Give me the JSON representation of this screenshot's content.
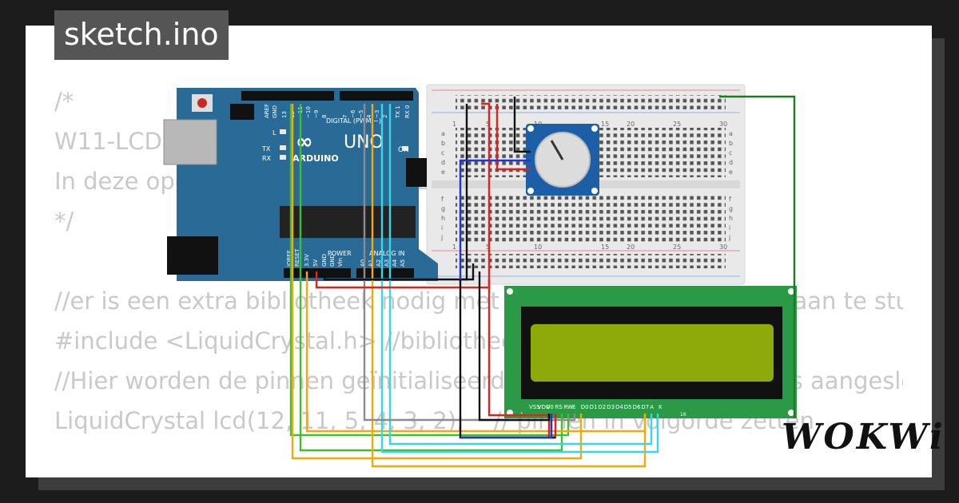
{
  "tab": {
    "label": "sketch.ino"
  },
  "code_lines": [
    "/*",
    "W11-LCD",
    "In deze opdracht leer je een LCD scherm aan te sturen",
    "*/",
    "",
    "//er is een extra bibliotheek nodig met commando's om het lcd aan te sturen",
    "#include <LiquidCrystal.h> //bibliotheek",
    "//Hier worden de pinnen geïnitialiseerd waarop het lcd scherm is aangesloten",
    "LiquidCrystal lcd(12, 11, 5, 4, 3, 2);    // pinnen in volgorde zetten"
  ],
  "arduino": {
    "logo": "ARDUINO",
    "model": "UNO",
    "digital_label": "DIGITAL (PWM ~)",
    "power_label": "POWER",
    "analog_label": "ANALOG IN",
    "on_label": "ON",
    "led_labels": [
      "L",
      "TX",
      "RX"
    ],
    "top_pins": [
      "AREF",
      "GND",
      "13",
      "12",
      "~11",
      "~10",
      "~9",
      "8",
      "7",
      "~6",
      "~5",
      "4",
      "~3",
      "2",
      "TX 1",
      "RX 0"
    ],
    "bottom_pins": [
      "IOREF",
      "RESET",
      "3.3V",
      "5V",
      "GND",
      "GND",
      "Vin",
      "A0",
      "A1",
      "A2",
      "A3",
      "A4",
      "A5"
    ]
  },
  "breadboard": {
    "col_numbers": [
      "1",
      "5",
      "10",
      "15",
      "20",
      "25",
      "30"
    ],
    "row_letters_top": [
      "a",
      "b",
      "c",
      "d",
      "e"
    ],
    "row_letters_bottom": [
      "f",
      "g",
      "h",
      "i",
      "j"
    ]
  },
  "lcd": {
    "pin_labels": [
      "VSS",
      "VDD",
      "V0",
      "RS",
      "RW",
      "E",
      "D0",
      "D1",
      "D2",
      "D3",
      "D4",
      "D5",
      "D6",
      "D7",
      "A",
      "K"
    ],
    "pin_index_start": "1",
    "pin_index_end": "16"
  },
  "brand": "WOKWi",
  "colors": {
    "board": "#2a6a96",
    "breadboard": "#e9e9e9",
    "lcd_pcb": "#2a9a46",
    "lcd_screen": "#8eaa0a",
    "wire_green": "#3fbf2a",
    "wire_orange": "#f5a80a",
    "wire_cyan": "#38d6e6",
    "wire_gray": "#8c8c8c",
    "wire_red": "#e3221c",
    "wire_blue": "#1c36d8",
    "wire_black": "#111111",
    "wire_darkgreen": "#1d7a1d"
  }
}
